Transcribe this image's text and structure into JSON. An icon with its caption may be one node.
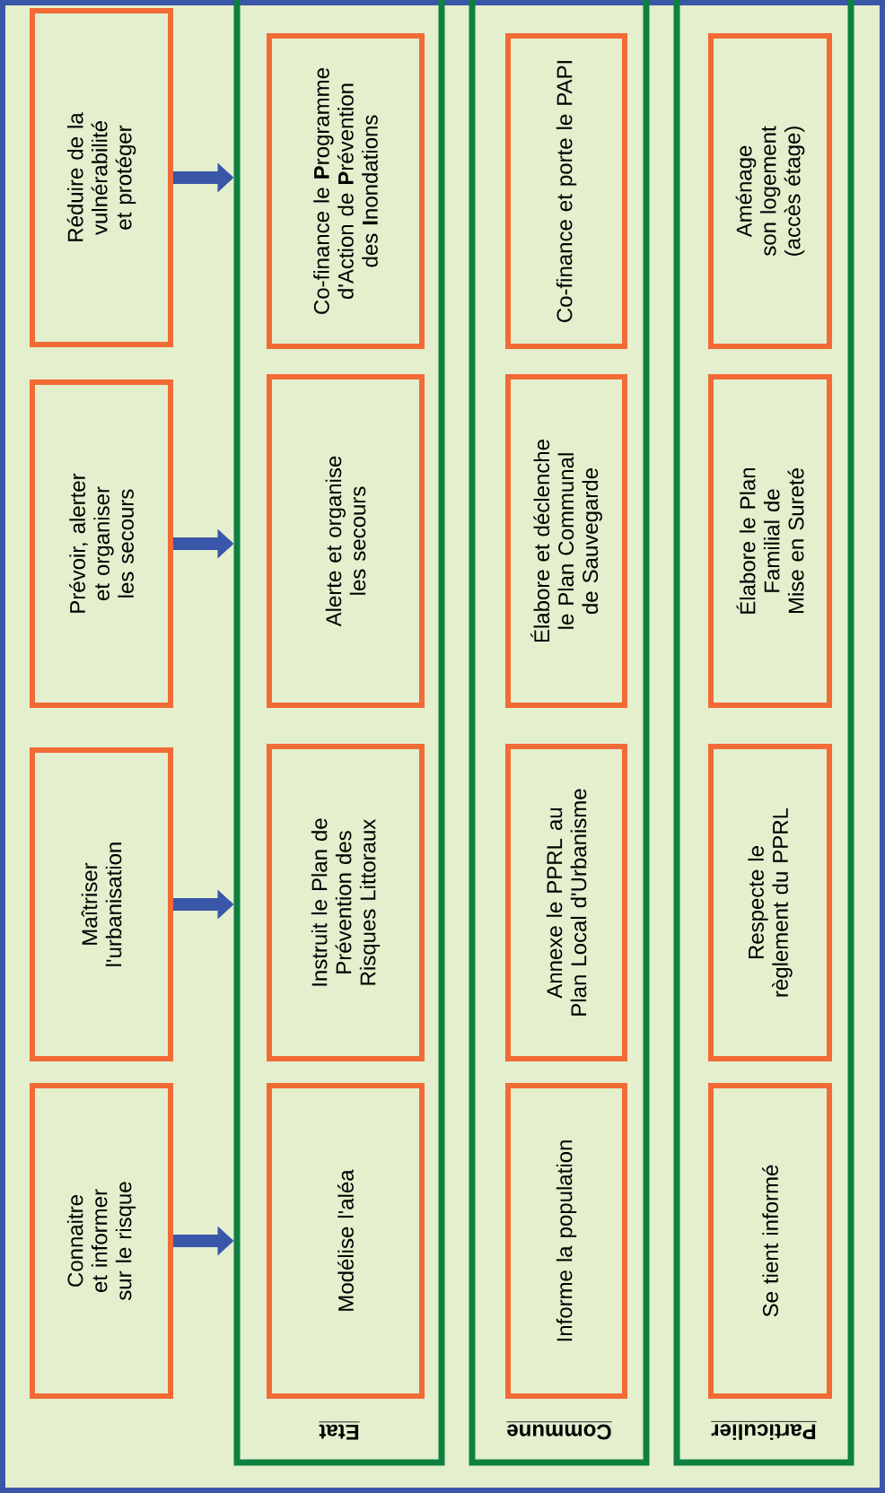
{
  "diagram": {
    "nodes": [
      {
        "text": [
          "Réduire de la vulnérabilité et protéger"
        ]
      },
      {
        "text": [
          "Prévoir, alerter et organiser les secours"
        ]
      },
      {
        "text": [
          "Maîtriser l'urbanisation"
        ]
      },
      {
        "text": [
          "Connaitre et informer sur le risque"
        ]
      },
      {
        "text": [
          "Etat"
        ]
      },
      {
        "text": [
          "Co-finance le **P**rogramme d'Action de **P**révention des **I**nondations"
        ],
        "in": 4
      },
      {
        "text": [
          "Alerte et organise les secours"
        ],
        "in": 4
      },
      {
        "text": [
          "Instruit le Plan de Prévention des Risques Littoraux"
        ],
        "in": 4
      },
      {
        "text": [
          "Modélise l'aléa"
        ],
        "in": 4
      },
      {
        "text": [
          "Commune"
        ]
      },
      {
        "text": [
          "Co-finance et porte le PAPI"
        ],
        "in": 9
      },
      {
        "text": [
          "Élabore et déclenche le Plan Communal de Sauvegarde"
        ],
        "in": 9
      },
      {
        "text": [
          "Annexe le PPRL au Plan Local d'Urbanisme"
        ],
        "in": 9
      },
      {
        "text": [
          "Informe la population"
        ],
        "in": 9
      },
      {
        "text": [
          "Particulier"
        ]
      },
      {
        "text": [
          "Aménage son logement (accès étage)"
        ],
        "in": 14
      },
      {
        "text": [
          "Élabore le Plan Familial de Mise en Sureté"
        ],
        "in": 14
      },
      {
        "text": [
          "Respecte le règlement du PPRL"
        ],
        "in": 14
      },
      {
        "text": [
          "Se tient informé"
        ],
        "in": 14
      }
    ],
    "edges": [
      {
        "from": 0,
        "to": 4,
        "arrow": "to"
      },
      {
        "from": 1,
        "to": 4,
        "arrow": "to"
      },
      {
        "from": 2,
        "to": 4,
        "arrow": "to"
      },
      {
        "from": 3,
        "to": 4,
        "arrow": "to"
      }
    ]
  }
}
